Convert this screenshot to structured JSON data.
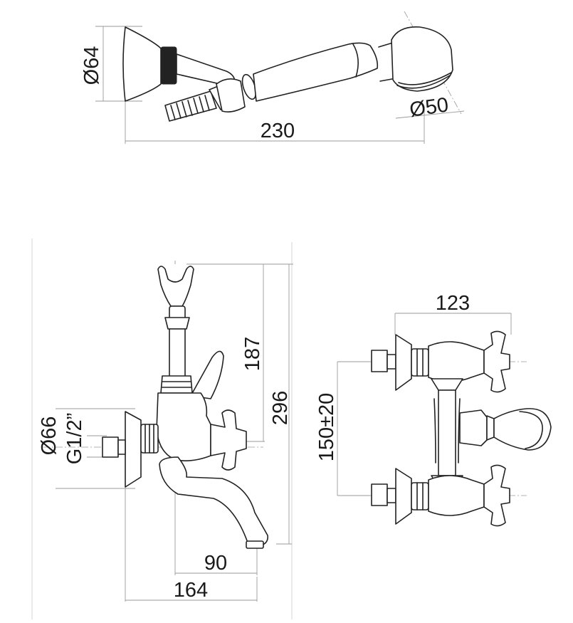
{
  "dimensions": {
    "handset_head_diameter": "Ø64",
    "handset_length": "230",
    "handset_shower_diameter": "Ø50",
    "mixer_holder_height": "187",
    "mixer_total_height": "296",
    "mixer_flange_diameter": "Ø66",
    "mixer_inlet_thread": "G1/2”",
    "mixer_spout_reach": "90",
    "mixer_total_depth": "164",
    "front_width": "123",
    "front_inlet_centres": "150±20"
  }
}
